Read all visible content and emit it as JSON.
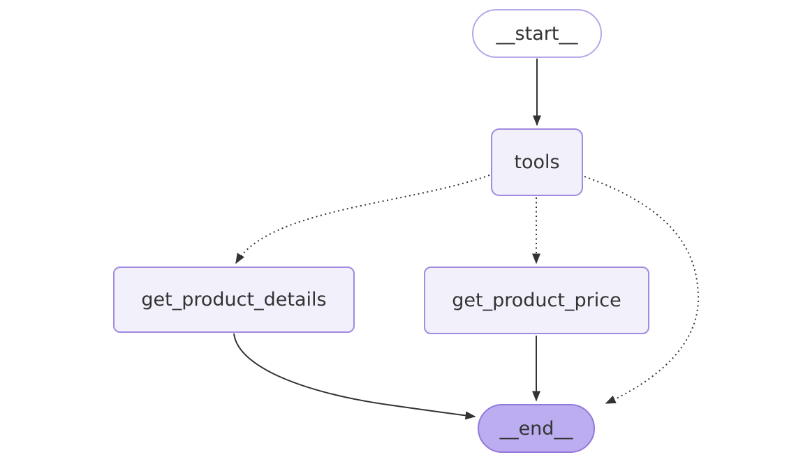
{
  "diagram": {
    "type": "flowchart",
    "direction": "top-down",
    "nodes": [
      {
        "id": "__start__",
        "label": "__start__",
        "shape": "stadium",
        "fill": "#ffffff",
        "stroke": "#b7a6ea"
      },
      {
        "id": "tools",
        "label": "tools",
        "shape": "rounded-rect",
        "fill": "#f2f0fb",
        "stroke": "#a18ae0"
      },
      {
        "id": "get_product_details",
        "label": "get_product_details",
        "shape": "rounded-rect",
        "fill": "#f2f0fb",
        "stroke": "#a18ae0"
      },
      {
        "id": "get_product_price",
        "label": "get_product_price",
        "shape": "rounded-rect",
        "fill": "#f2f0fb",
        "stroke": "#a18ae0"
      },
      {
        "id": "__end__",
        "label": "__end__",
        "shape": "stadium",
        "fill": "#bcadf0",
        "stroke": "#9378dd"
      }
    ],
    "edges": [
      {
        "from": "__start__",
        "to": "tools",
        "style": "solid"
      },
      {
        "from": "tools",
        "to": "get_product_details",
        "style": "dotted"
      },
      {
        "from": "tools",
        "to": "get_product_price",
        "style": "dotted"
      },
      {
        "from": "tools",
        "to": "__end__",
        "style": "dotted"
      },
      {
        "from": "get_product_details",
        "to": "__end__",
        "style": "solid"
      },
      {
        "from": "get_product_price",
        "to": "__end__",
        "style": "solid"
      }
    ],
    "colors": {
      "edge": "#333333",
      "arrowhead": "#333333",
      "text": "#333333",
      "background": "#ffffff"
    }
  }
}
